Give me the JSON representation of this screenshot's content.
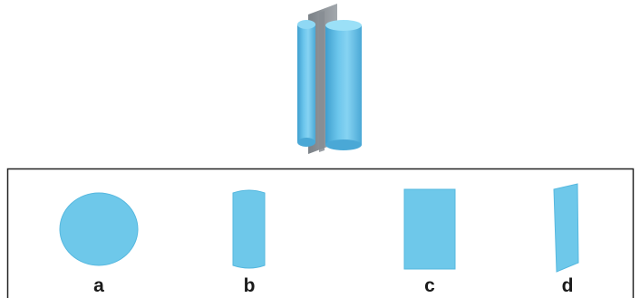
{
  "colors": {
    "shape_fill": "#6ec8ea",
    "shape_stroke": "#4fb0d6",
    "plane_fill": "#8f959c",
    "panel_border": "#222222"
  },
  "cylinder": {
    "icon": "cylinder-cut-by-plane-icon"
  },
  "options": [
    {
      "label": "a",
      "shape": "circle"
    },
    {
      "label": "b",
      "shape": "rectangle-curved-ends"
    },
    {
      "label": "c",
      "shape": "rectangle"
    },
    {
      "label": "d",
      "shape": "slanted-quadrilateral"
    }
  ]
}
